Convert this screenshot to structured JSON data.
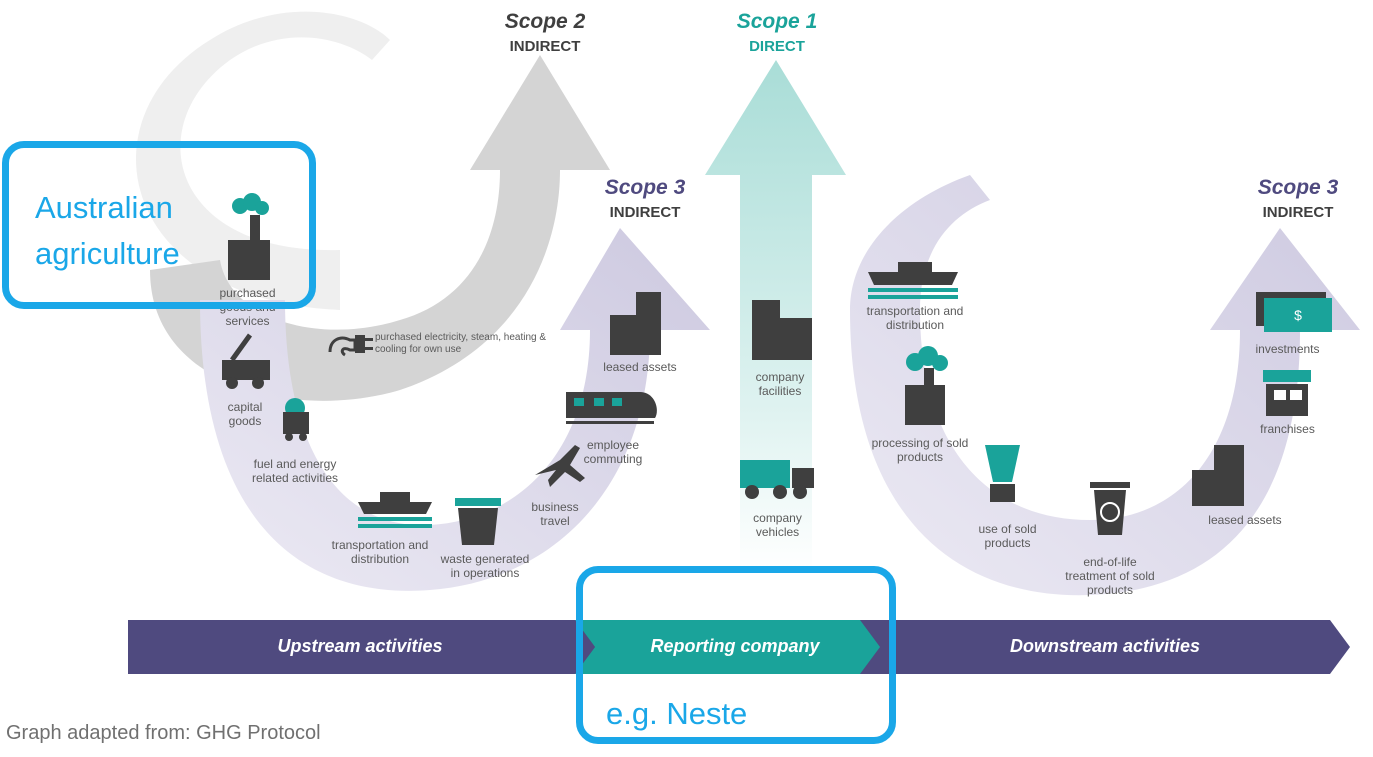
{
  "scopes": {
    "scope2_title": "Scope 2",
    "scope2_sub": "INDIRECT",
    "scope1_title": "Scope 1",
    "scope1_sub": "DIRECT",
    "scope3_up_title": "Scope 3",
    "scope3_up_sub": "INDIRECT",
    "scope3_down_title": "Scope 3",
    "scope3_down_sub": "INDIRECT"
  },
  "upstream_items": {
    "purchased_goods": "purchased goods and services",
    "capital_goods": "capital goods",
    "fuel_energy": "fuel and energy related activities",
    "transport_dist": "transportation and distribution",
    "waste": "waste generated in operations",
    "business_travel": "business travel",
    "employee_commuting": "employee commuting",
    "leased_assets": "leased assets",
    "purchased_electricity": "purchased electricity, steam, heating & cooling for own use"
  },
  "company_items": {
    "facilities": "company facilities",
    "vehicles": "company vehicles"
  },
  "downstream_items": {
    "transport_dist": "transportation and distribution",
    "processing": "processing of sold products",
    "use": "use of sold products",
    "end_of_life": "end-of-life treatment of sold products",
    "leased_assets": "leased assets",
    "franchises": "franchises",
    "investments": "investments"
  },
  "bar": {
    "upstream": "Upstream activities",
    "reporting": "Reporting company",
    "downstream": "Downstream activities"
  },
  "callouts": {
    "australian_line1": "Australian",
    "australian_line2": "agriculture",
    "neste": "e.g. Neste"
  },
  "source": "Graph adapted from: GHG Protocol",
  "colors": {
    "purple_dark": "#4f4a7f",
    "purple_light": "#dcdaea",
    "teal": "#1aa39a",
    "teal_light": "#bfe6e2",
    "grey_arrow": "#cfcfcf",
    "icon_dark": "#3f3f3f",
    "callout_blue": "#1aa7e8"
  }
}
